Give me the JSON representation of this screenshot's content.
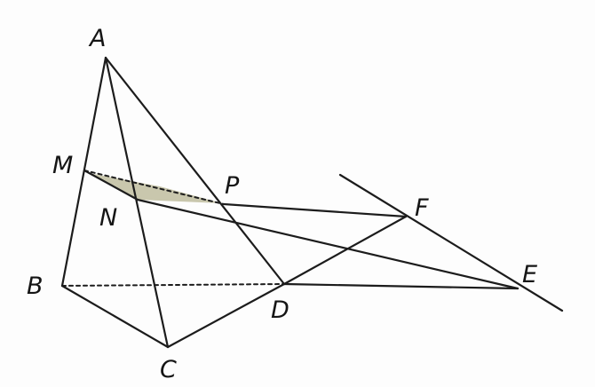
{
  "diagram": {
    "points": [
      {
        "id": "A",
        "label": "A"
      },
      {
        "id": "B",
        "label": "B"
      },
      {
        "id": "C",
        "label": "C"
      },
      {
        "id": "D",
        "label": "D"
      },
      {
        "id": "E",
        "label": "E"
      },
      {
        "id": "F",
        "label": "F"
      },
      {
        "id": "M",
        "label": "M"
      },
      {
        "id": "N",
        "label": "N"
      },
      {
        "id": "P",
        "label": "P"
      }
    ],
    "segments": [
      {
        "from": "A",
        "to": "B",
        "style": "solid"
      },
      {
        "from": "A",
        "to": "C",
        "style": "solid"
      },
      {
        "from": "A",
        "to": "D",
        "style": "solid"
      },
      {
        "from": "B",
        "to": "C",
        "style": "solid"
      },
      {
        "from": "C",
        "to": "D",
        "style": "solid"
      },
      {
        "from": "B",
        "to": "D",
        "style": "dashed"
      },
      {
        "from": "D",
        "to": "E",
        "style": "solid"
      },
      {
        "from": "D",
        "to": "F",
        "style": "solid"
      },
      {
        "from": "P",
        "to": "F",
        "style": "solid"
      },
      {
        "from": "N",
        "to": "E",
        "style": "solid"
      },
      {
        "from": "M",
        "to": "P",
        "style": "dashed"
      },
      {
        "from": "M",
        "to": "N",
        "style": "solid"
      },
      {
        "from": "F",
        "to": "E",
        "style": "solid"
      }
    ],
    "shaded_region": [
      "M",
      "N",
      "P"
    ]
  }
}
